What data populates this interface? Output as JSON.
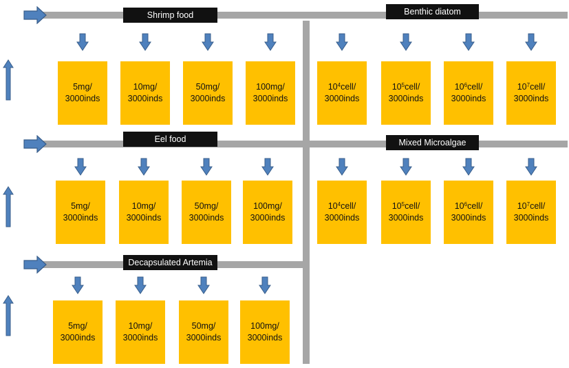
{
  "colors": {
    "pipe": "#a6a6a6",
    "arrow_fill": "#4f81bd",
    "arrow_stroke": "#385d8a",
    "box": "#ffc000",
    "label_bg": "#111111",
    "label_text": "#ffffff"
  },
  "groups": {
    "shrimp_food": {
      "label": "Shrimp food",
      "boxes": [
        {
          "line1": "5mg/",
          "line2": "3000inds"
        },
        {
          "line1": "10mg/",
          "line2": "3000inds"
        },
        {
          "line1": "50mg/",
          "line2": "3000inds"
        },
        {
          "line1": "100mg/",
          "line2": "3000inds"
        }
      ]
    },
    "benthic_diatom": {
      "label": "Benthic diatom",
      "boxes": [
        {
          "base": "10",
          "exp": "4",
          "rest": "cell/",
          "line2": "3000inds"
        },
        {
          "base": "10",
          "exp": "5",
          "rest": "cell/",
          "line2": "3000inds"
        },
        {
          "base": "10",
          "exp": "6",
          "rest": "cell/",
          "line2": "3000inds"
        },
        {
          "base": "10",
          "exp": "7",
          "rest": "cell/",
          "line2": "3000inds"
        }
      ]
    },
    "eel_food": {
      "label": "Eel food",
      "boxes": [
        {
          "line1": "5mg/",
          "line2": "3000inds"
        },
        {
          "line1": "10mg/",
          "line2": "3000inds"
        },
        {
          "line1": "50mg/",
          "line2": "3000inds"
        },
        {
          "line1": "100mg/",
          "line2": "3000inds"
        }
      ]
    },
    "mixed_microalgae": {
      "label": "Mixed Microalgae",
      "boxes": [
        {
          "base": "10",
          "exp": "4",
          "rest": "cell/",
          "line2": "3000inds"
        },
        {
          "base": "10",
          "exp": "5",
          "rest": "cell/",
          "line2": "3000inds"
        },
        {
          "base": "10",
          "exp": "6",
          "rest": "cell/",
          "line2": "3000inds"
        },
        {
          "base": "10",
          "exp": "7",
          "rest": "cell/",
          "line2": "3000inds"
        }
      ]
    },
    "decapsulated_artemia": {
      "label": "Decapsulated Artemia",
      "boxes": [
        {
          "line1": "5mg/",
          "line2": "3000inds"
        },
        {
          "line1": "10mg/",
          "line2": "3000inds"
        },
        {
          "line1": "50mg/",
          "line2": "3000inds"
        },
        {
          "line1": "100mg/",
          "line2": "3000inds"
        }
      ]
    }
  }
}
